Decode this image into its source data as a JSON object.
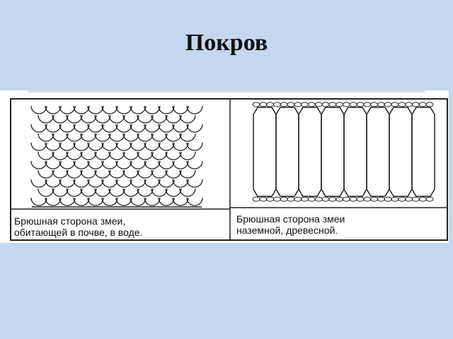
{
  "slide": {
    "title": "Покров"
  },
  "figure": {
    "left_panel": {
      "caption_line1": "Брюшная сторона змеи,",
      "caption_line2": "обитающей в почве, в воде."
    },
    "right_panel": {
      "caption_line1": "Брюшная сторона змеи",
      "caption_line2": "наземной, древесной."
    }
  }
}
